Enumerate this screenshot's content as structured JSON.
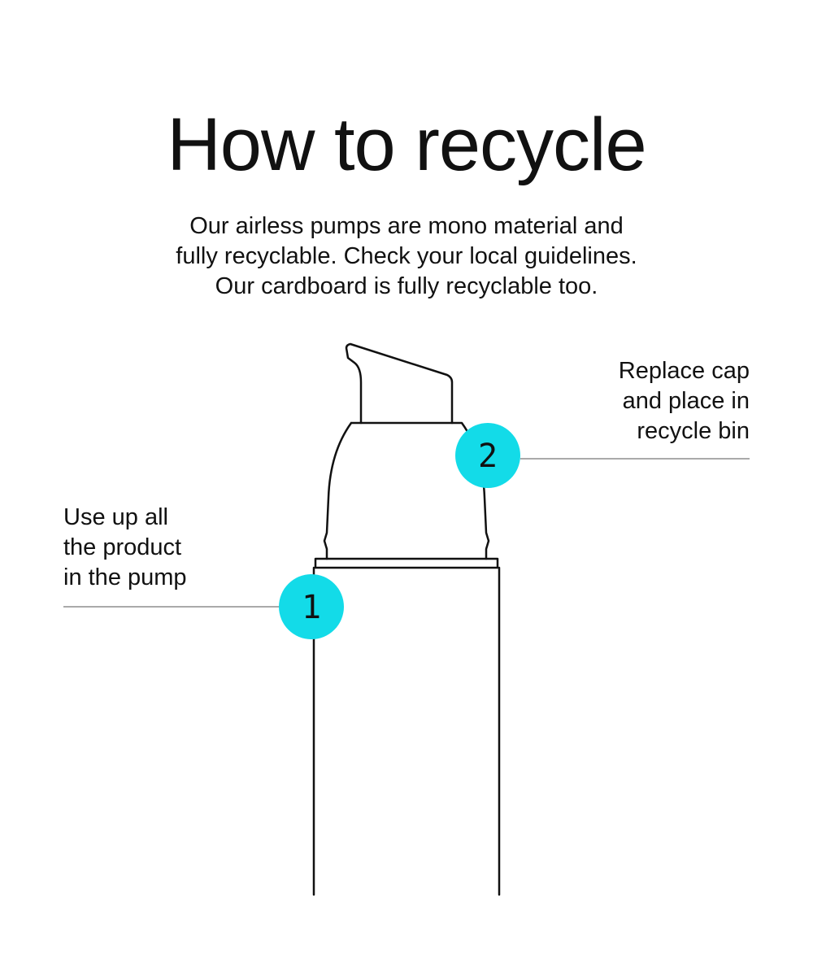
{
  "header": {
    "title": "How to recycle",
    "intro_lines": [
      "Our airless pumps are mono material and",
      "fully recyclable.  Check your local guidelines.",
      "Our cardboard is fully recyclable too."
    ]
  },
  "steps": [
    {
      "number": "1",
      "text_lines": [
        "Use up all",
        "the product",
        "in the pump"
      ]
    },
    {
      "number": "2",
      "text_lines": [
        "Replace cap",
        "and place in",
        "recycle bin"
      ]
    }
  ],
  "colors": {
    "marker": "#13dbe8",
    "line": "#111111",
    "leader": "#555555",
    "background": "#ffffff"
  },
  "icons": {
    "product": "airless-pump-bottle-outline"
  }
}
